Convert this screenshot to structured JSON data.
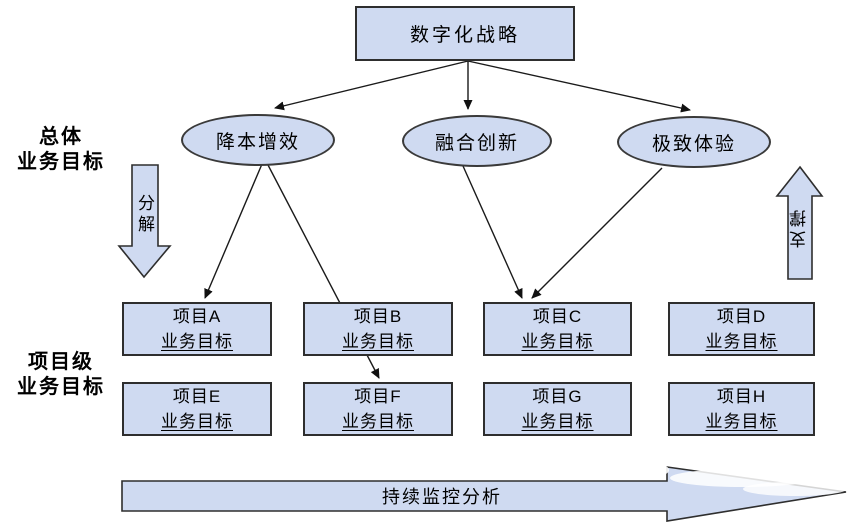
{
  "diagram": {
    "strategy_box": {
      "label": "数字化战略"
    },
    "goal_ellipses": [
      {
        "label": "降本增效"
      },
      {
        "label": "融合创新"
      },
      {
        "label": "极致体验"
      }
    ],
    "left_top_label": {
      "line1": "总体",
      "line2": "业务目标"
    },
    "left_bottom_label": {
      "line1": "项目级",
      "line2": "业务目标"
    },
    "decompose_arrow": {
      "label": "分解"
    },
    "support_arrow": {
      "label": "支撑"
    },
    "project_boxes": [
      {
        "line1": "项目A",
        "line2": "业务目标"
      },
      {
        "line1": "项目B",
        "line2": "业务目标"
      },
      {
        "line1": "项目C",
        "line2": "业务目标"
      },
      {
        "line1": "项目D",
        "line2": "业务目标"
      },
      {
        "line1": "项目E",
        "line2": "业务目标"
      },
      {
        "line1": "项目F",
        "line2": "业务目标"
      },
      {
        "line1": "项目G",
        "line2": "业务目标"
      },
      {
        "line1": "项目H",
        "line2": "业务目标"
      }
    ],
    "bottom_arrow": {
      "label": "持续监控分析"
    },
    "colors": {
      "shape_fill": "#cfdaf1",
      "shape_border": "#2e2e2e",
      "connector": "#1a1a1a",
      "background": "#ffffff"
    }
  }
}
